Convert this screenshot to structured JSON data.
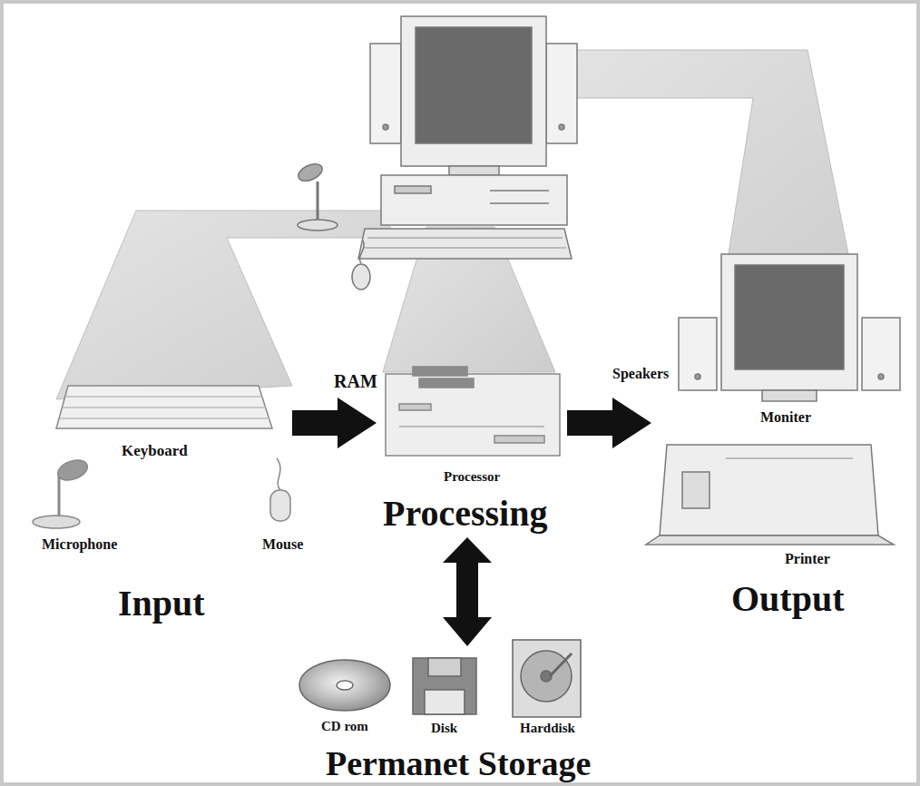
{
  "diagram": {
    "labels": [
      "RAM",
      "Speakers",
      "Moniter",
      "Keyboard",
      "Processor",
      "Processing",
      "Microphone",
      "Mouse",
      "Printer",
      "Input",
      "Output",
      "CD rom",
      "Disk",
      "Harddisk",
      "Permanet Storage"
    ]
  }
}
